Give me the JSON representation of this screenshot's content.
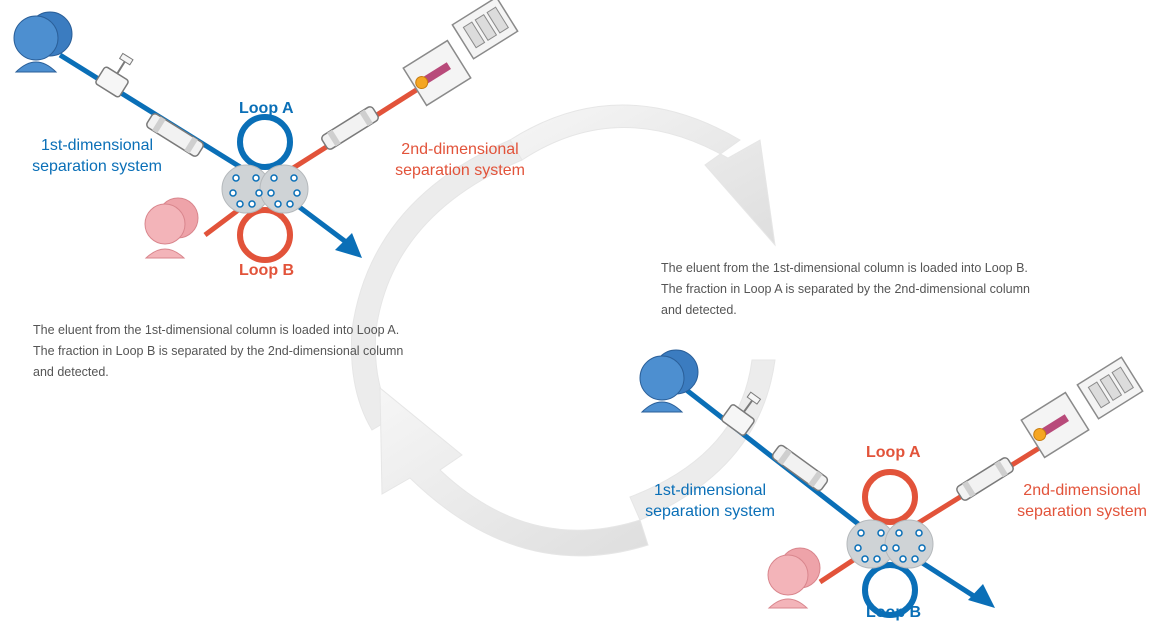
{
  "colors": {
    "blue": "#0a6fb7",
    "red": "#e2533a",
    "pink": "#f3a9ae",
    "arrow_gray": "#e8e8e8",
    "text_gray": "#555555"
  },
  "state_1": {
    "loop_top_label": "Loop A",
    "loop_bottom_label": "Loop B",
    "first_dim_label": [
      "1st-dimensional",
      "separation system"
    ],
    "second_dim_label": [
      "2nd-dimensional",
      "separation system"
    ],
    "description": [
      "The eluent from the 1st-dimensional column is loaded into Loop A.",
      "The fraction in Loop B is separated by the 2nd-dimensional column",
      "and detected."
    ]
  },
  "state_2": {
    "loop_top_label": "Loop A",
    "loop_bottom_label": "Loop B",
    "first_dim_label": [
      "1st-dimensional",
      "separation system"
    ],
    "second_dim_label": [
      "2nd-dimensional",
      "separation system"
    ],
    "description": [
      "The eluent from the 1st-dimensional column is loaded into Loop B.",
      "The fraction in Loop A is separated by the 2nd-dimensional column",
      "and detected."
    ]
  },
  "cycle_arrows": [
    "switch-arrow-top",
    "switch-arrow-bottom"
  ]
}
